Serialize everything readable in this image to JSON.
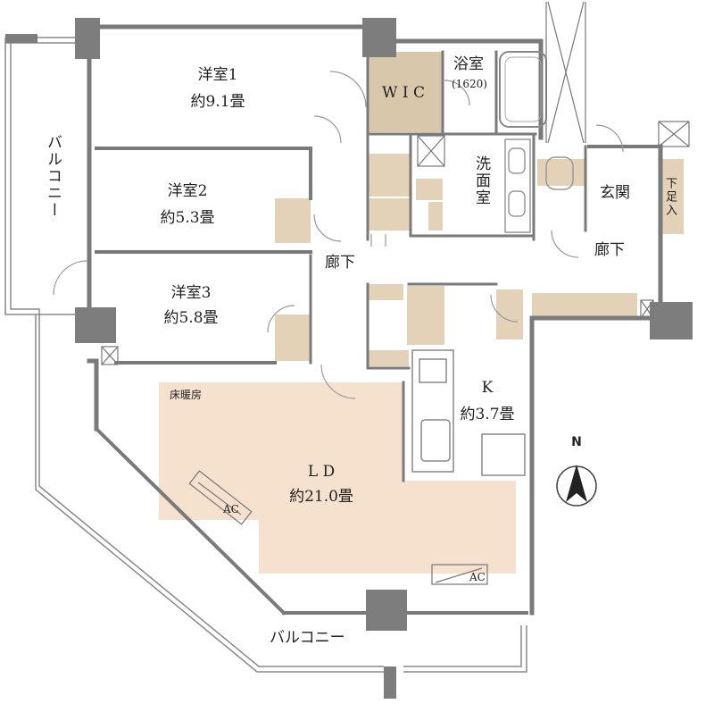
{
  "rooms": {
    "western1": {
      "name": "洋室1",
      "size": "約9.1畳"
    },
    "western2": {
      "name": "洋室2",
      "size": "約5.3畳"
    },
    "western3": {
      "name": "洋室3",
      "size": "約5.8畳"
    },
    "wic": {
      "name": "W I C"
    },
    "bath": {
      "name": "浴室",
      "size": "(1620)"
    },
    "washroom": {
      "name": "洗面室"
    },
    "entrance": {
      "name": "玄関"
    },
    "shoe_storage": {
      "name": "下足入"
    },
    "hallway_west": {
      "name": "廊下"
    },
    "hallway_east": {
      "name": "廊下"
    },
    "kitchen": {
      "name": "K",
      "size": "約3.7畳"
    },
    "living": {
      "name": "L D",
      "size": "約21.0畳"
    },
    "floor_heating": {
      "name": "床暖房"
    }
  },
  "balconies": {
    "west": "バルコニー",
    "south": "バルコニー"
  },
  "ac_units": [
    "AC",
    "AC"
  ],
  "compass": {
    "label": "N"
  },
  "colors": {
    "wall": "#7a7a7a",
    "column": "#7d7d7d",
    "wic_fill": "#d9c7ac",
    "floor_heating_fill": "#f6e1cf",
    "storage_fill": "#e3d2b8"
  }
}
